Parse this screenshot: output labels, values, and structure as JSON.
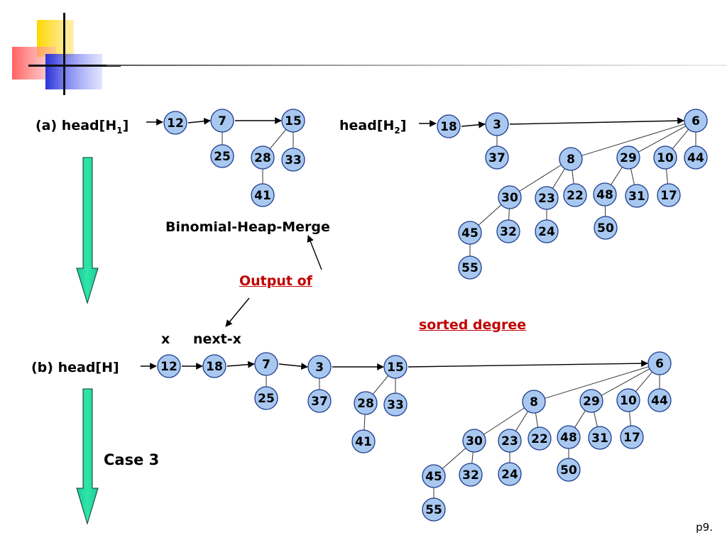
{
  "labels": {
    "a_prefix": "(a) head[H",
    "a_sub": "1",
    "a_suffix": "]",
    "h2_prefix": "head[H",
    "h2_sub": "2",
    "h2_suffix": "]",
    "merge": "Binomial-Heap-Merge",
    "output_of": "Output of",
    "sorted_degree": "sorted degree",
    "x": "x",
    "next_x": "next-x",
    "b_head": "(b) head[H]",
    "case3": "Case 3",
    "page": "p9."
  },
  "colors": {
    "node_fill": "#a8c8f0",
    "node_stroke": "#1a3a8a",
    "edge": "#333333",
    "annotation_red": "#c00000",
    "down_arrow": "#2ee6a6"
  },
  "nodes_a": [
    "12",
    "7",
    "25",
    "15",
    "28",
    "33",
    "41"
  ],
  "nodes_h2": [
    "18",
    "3",
    "37",
    "6",
    "8",
    "29",
    "10",
    "44",
    "30",
    "23",
    "22",
    "48",
    "31",
    "17",
    "45",
    "32",
    "24",
    "50",
    "55"
  ],
  "nodes_b": [
    "12",
    "18",
    "7",
    "25",
    "3",
    "37",
    "15",
    "28",
    "33",
    "41",
    "6",
    "8",
    "29",
    "10",
    "44",
    "30",
    "23",
    "22",
    "48",
    "31",
    "17",
    "45",
    "32",
    "24",
    "50",
    "55"
  ]
}
